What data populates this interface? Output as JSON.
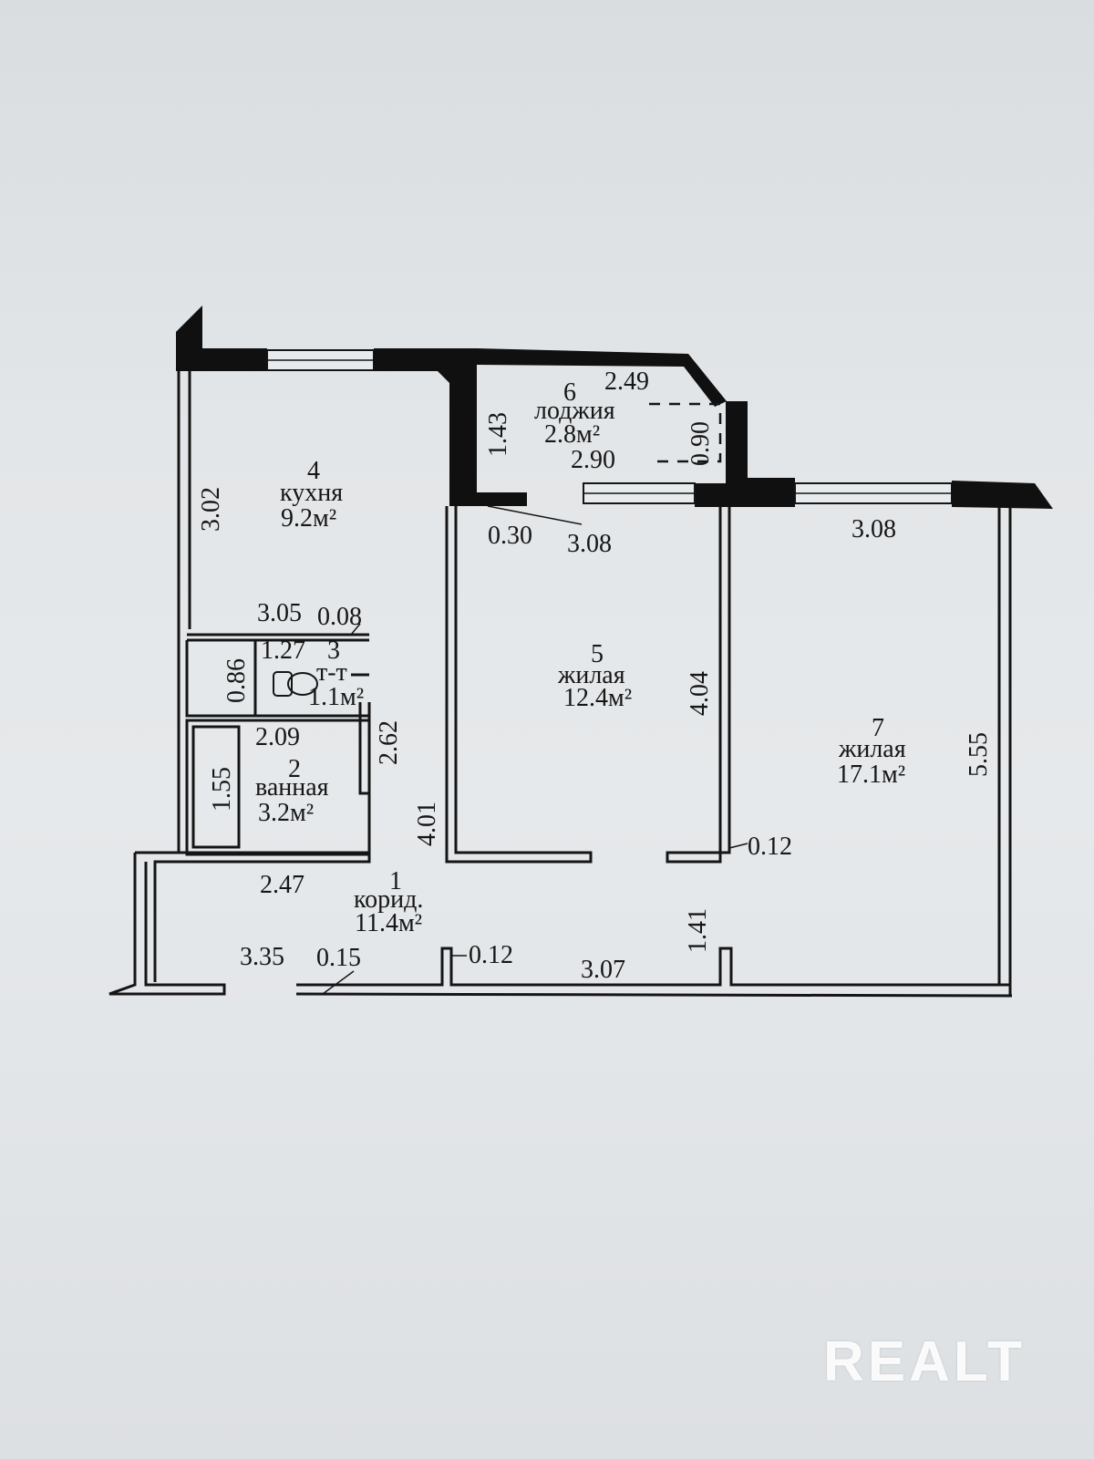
{
  "rooms": [
    {
      "id": "1",
      "name": "корид.",
      "area": "11.4м²"
    },
    {
      "id": "2",
      "name": "ванная",
      "area": "3.2м²"
    },
    {
      "id": "3",
      "name": "т-т",
      "area": "1.1м²"
    },
    {
      "id": "4",
      "name": "кухня",
      "area": "9.2м²"
    },
    {
      "id": "5",
      "name": "жилая",
      "area": "12.4м²"
    },
    {
      "id": "6",
      "name": "лоджия",
      "area": "2.8м²"
    },
    {
      "id": "7",
      "name": "жилая",
      "area": "17.1м²"
    }
  ],
  "dimensions": {
    "kitchen_height": "3.02",
    "loggia_top": "2.49",
    "loggia_side": "1.43",
    "loggia_bottom": "2.90",
    "loggia_right": "0.90",
    "d_030": "0.30",
    "room5_top": "3.08",
    "room7_top": "3.08",
    "kitchen_bottom": "3.05",
    "d_008": "0.08",
    "wc_width": "1.27",
    "wc_height": "0.86",
    "bath_width": "2.09",
    "bath_inner": "1.55",
    "bath_height": "2.62",
    "corr_height": "4.01",
    "room5_height": "4.04",
    "room7_height": "5.55",
    "d_012a": "0.12",
    "corr_width": "2.47",
    "d_141": "1.41",
    "d_335": "3.35",
    "d_015": "0.15",
    "d_012b": "0.12",
    "d_307": "3.07"
  },
  "watermark": "REALT"
}
